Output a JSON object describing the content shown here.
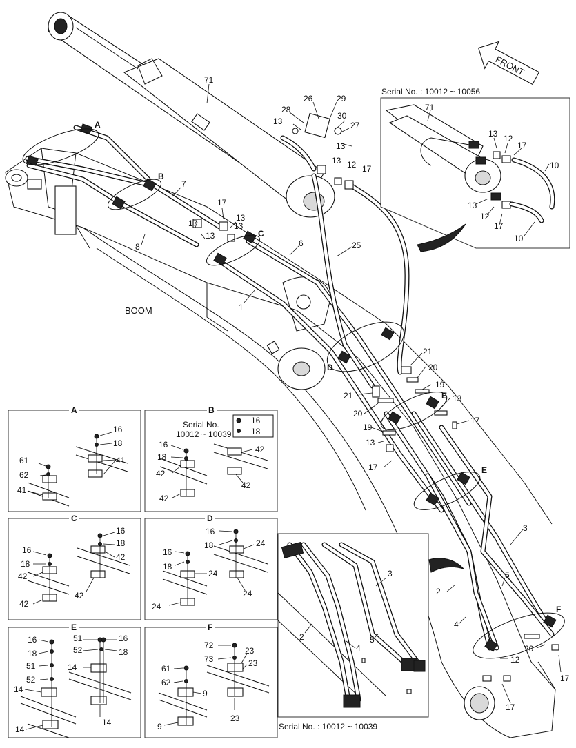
{
  "boom_label": "BOOM",
  "front_label": "FRONT",
  "serial_notes": {
    "inset_top": "Serial No. : 10012 ~ 10056",
    "inset_bottom": "Serial No. : 10012 ~ 10039",
    "detail_b_line1": "Serial No.",
    "detail_b_line2": "10012 ~ 10039"
  },
  "callout_letters": {
    "A": "A",
    "B": "B",
    "C": "C",
    "D": "D",
    "E": "E",
    "F": "F"
  },
  "main_labels": {
    "p71": "71",
    "p26": "26",
    "p29": "29",
    "p28": "28",
    "p30": "30",
    "p27": "27",
    "p13a": "13",
    "p13b": "13",
    "p13c": "13",
    "p12a": "12",
    "p17a": "17",
    "p10": "10",
    "p7": "7",
    "p17b": "17",
    "p13d": "13",
    "p17c": "17",
    "p13e": "13",
    "p8": "8",
    "p13f": "13",
    "p6": "6",
    "p25": "25",
    "p1": "1",
    "p21a": "21",
    "p20a": "20",
    "p19a": "19",
    "p13g": "13",
    "p17d": "17",
    "p21b": "21",
    "p20b": "20",
    "p19b": "19",
    "p13h": "13",
    "p17e": "17",
    "p3": "3",
    "p5": "5",
    "p2": "2",
    "p4": "4",
    "p20c": "20",
    "p12b": "12",
    "p17f": "17",
    "p17g": "17"
  },
  "inset_top_labels": {
    "p71": "71",
    "p13a": "13",
    "p12a": "12",
    "p17a": "17",
    "p10a": "10",
    "p13b": "13",
    "p12b": "12",
    "p17b": "17",
    "p10b": "10"
  },
  "inset_bottom_labels": {
    "p3": "3",
    "p2": "2",
    "p4": "4",
    "p5": "5"
  },
  "details": {
    "A": {
      "title": "A",
      "labels": [
        "16",
        "18",
        "41",
        "61",
        "62",
        "41"
      ]
    },
    "B": {
      "title": "B",
      "labels": [
        "16",
        "18",
        "16",
        "18",
        "42",
        "42",
        "42",
        "42"
      ]
    },
    "C": {
      "title": "C",
      "labels": [
        "16",
        "18",
        "42",
        "16",
        "18",
        "42",
        "42",
        "42"
      ]
    },
    "D": {
      "title": "D",
      "labels": [
        "16",
        "18",
        "24",
        "16",
        "18",
        "24",
        "24",
        "24"
      ]
    },
    "E": {
      "title": "E",
      "labels": [
        "16",
        "51",
        "16",
        "52",
        "18",
        "18",
        "51",
        "14",
        "52",
        "14",
        "14",
        "14"
      ]
    },
    "F": {
      "title": "F",
      "labels": [
        "72",
        "73",
        "23",
        "23",
        "61",
        "62",
        "9",
        "9",
        "23"
      ]
    }
  }
}
